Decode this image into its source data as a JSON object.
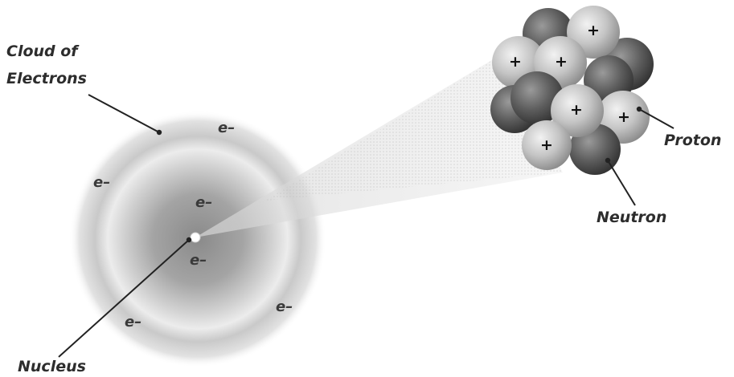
{
  "labels": {
    "cloud_line1": "Cloud of",
    "cloud_line2": "Electrons",
    "nucleus": "Nucleus",
    "proton": "Proton",
    "neutron": "Neutron"
  },
  "electron_symbol": "e–",
  "proton_symbol": "+",
  "colors": {
    "text": "#2d2d2d",
    "cloud_dark": "#8a8a8a",
    "proton": "#c8c8c8",
    "neutron": "#5e5e5e"
  }
}
